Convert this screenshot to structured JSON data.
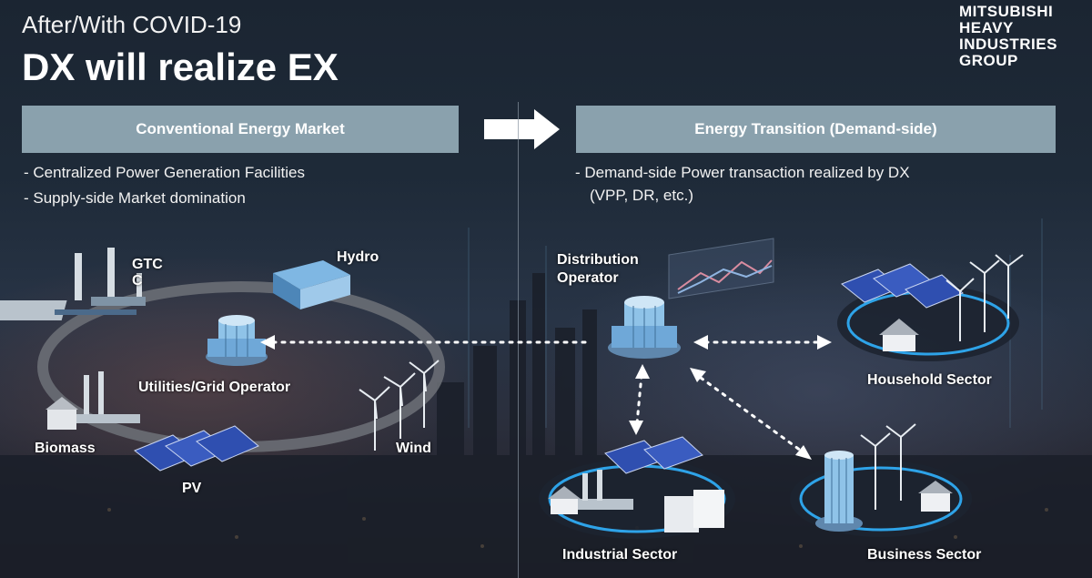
{
  "header": {
    "subtitle": "After/With COVID-19",
    "title": "DX will realize EX",
    "logo_lines": [
      "MITSUBISHI",
      "HEAVY",
      "INDUSTRIES",
      "GROUP"
    ]
  },
  "left_panel": {
    "heading": "Conventional Energy Market",
    "bullets": [
      "- Centralized Power Generation Facilities",
      "- Supply-side Market domination"
    ],
    "labels": {
      "gtcc_line1": "GTC",
      "gtcc_line2": "C",
      "hydro": "Hydro",
      "utilities": "Utilities/Grid Operator",
      "biomass": "Biomass",
      "wind": "Wind",
      "pv": "PV"
    }
  },
  "right_panel": {
    "heading": "Energy Transition (Demand-side)",
    "bullets": [
      "- Demand-side Power transaction realized by DX",
      "(VPP, DR, etc.)"
    ],
    "labels": {
      "distribution_line1": "Distribution",
      "distribution_line2": "Operator",
      "household": "Household Sector",
      "industrial": "Industrial Sector",
      "business": "Business Sector"
    }
  },
  "colors": {
    "header_box": "#8aa1ad",
    "cycle_ring": "#2ea3e8",
    "solar_panel": "#2f4fb0",
    "building": "#8fc3e8"
  },
  "icons": [
    "right-arrow-icon",
    "power-plant-icon",
    "hydro-dam-icon",
    "grid-operator-building-icon",
    "wind-turbine-icon",
    "solar-panel-icon",
    "house-icon",
    "factory-icon",
    "office-tower-icon",
    "line-chart-icon"
  ]
}
